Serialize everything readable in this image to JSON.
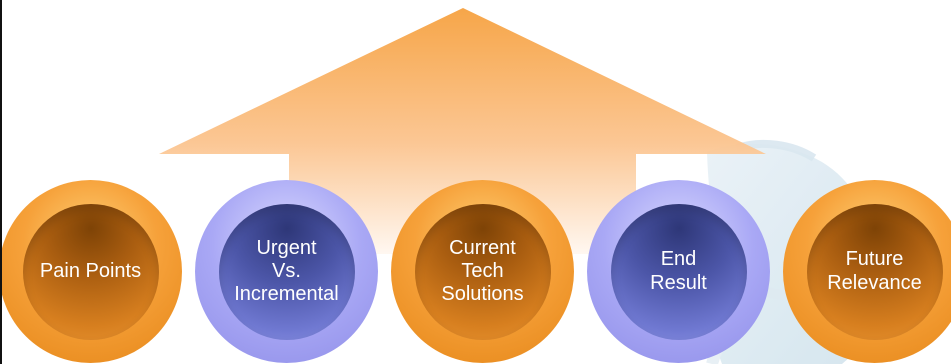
{
  "diagram": {
    "items": [
      {
        "label": "Pain Points",
        "color": "orange"
      },
      {
        "label": "Urgent\nVs.\nIncremental",
        "color": "purple"
      },
      {
        "label": "Current\nTech\nSolutions",
        "color": "orange"
      },
      {
        "label": "End\nResult",
        "color": "purple"
      },
      {
        "label": "Future\nRelevance",
        "color": "orange"
      }
    ]
  },
  "colors": {
    "orange": "#f6a13a",
    "purple": "#a9a8f5",
    "arrow": "#f8a95b"
  }
}
